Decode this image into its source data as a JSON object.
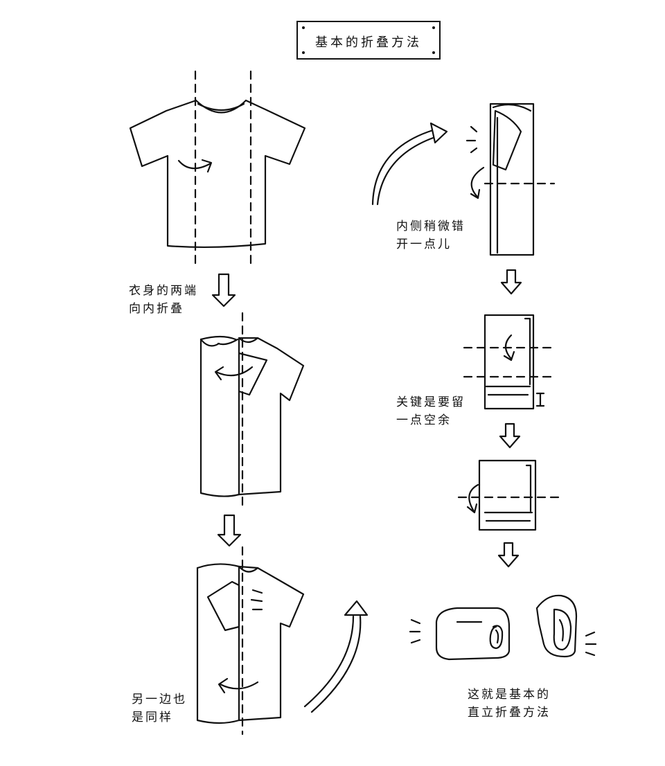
{
  "title": "基本的折叠方法",
  "steps": {
    "step1_line1": "衣身的两端",
    "step1_line2": "向内折叠",
    "step2_line1": "另一边也",
    "step2_line2": "是同样",
    "step3_line1": "内侧稍微错",
    "step3_line2": "开一点儿",
    "step4_line1": "关键是要留",
    "step4_line2": "一点空余",
    "step5_line1": "这就是基本的",
    "step5_line2": "直立折叠方法"
  },
  "icons": {
    "tshirt": "tshirt-flat-icon",
    "fold": "folding-arrow-icon",
    "down": "down-arrow-icon",
    "curve": "curved-arrow-icon",
    "roll": "folded-shirt-icon"
  }
}
